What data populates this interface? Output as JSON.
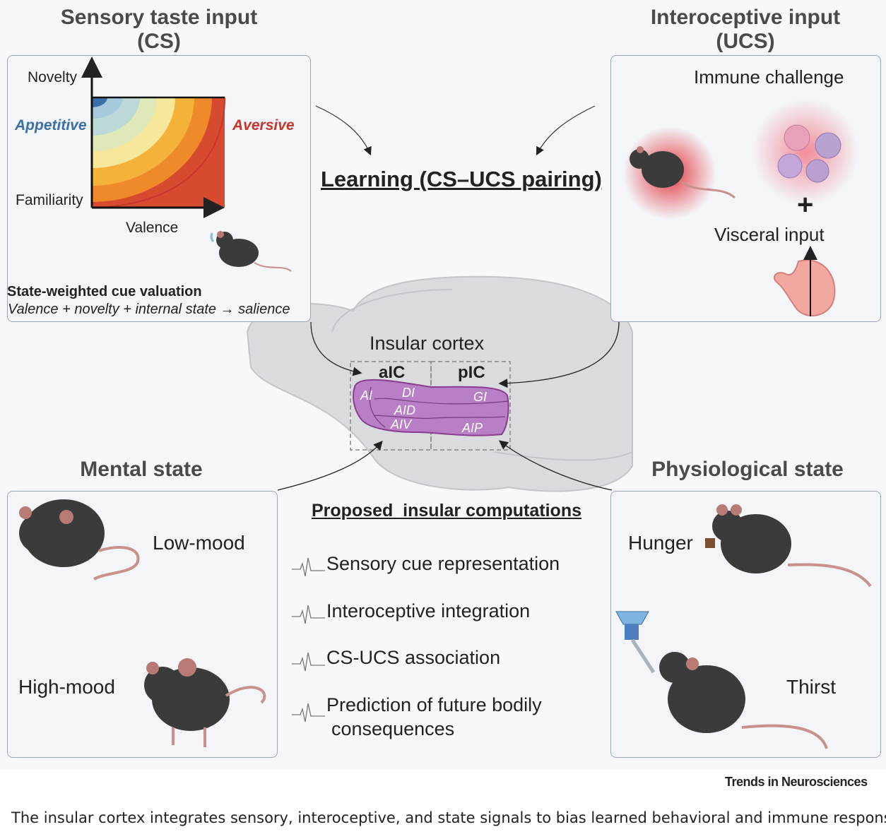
{
  "sensory": {
    "title_line1": "Sensory taste input",
    "title_line2": "(CS)",
    "novelty": "Novelty",
    "appetitive": "Appetitive",
    "aversive": "Aversive",
    "familiarity": "Familiarity",
    "valence": "Valence",
    "caption_bold": "State-weighted cue valuation",
    "caption_italic": "Valence + novelty + internal state → salience"
  },
  "intero": {
    "title_line1": "Interoceptive input",
    "title_line2": "(UCS)",
    "immune": "Immune challenge",
    "plus": "+",
    "visceral": "Visceral input"
  },
  "learning": "Learning (CS–UCS pairing)",
  "insula": {
    "title": "Insular cortex",
    "aic": "aIC",
    "pic": "pIC",
    "ai": "AI",
    "di": "DI",
    "aid": "AID",
    "aiv": "AIV",
    "gi": "GI",
    "aip": "AIP"
  },
  "mental": {
    "title": "Mental state",
    "low": "Low-mood",
    "high": "High-mood"
  },
  "physio": {
    "title": "Physiological state",
    "hunger": "Hunger",
    "thirst": "Thirst"
  },
  "computations": {
    "heading": "Proposed  insular computations",
    "items": [
      "Sensory cue representation",
      "Interoceptive integration",
      "CS-UCS association",
      "Prediction of future bodily",
      "consequences"
    ]
  },
  "journal": "Trends in Neurosciences",
  "caption": "The insular cortex integrates sensory, interoceptive, and state signals to bias learned behavioral and immune responses.",
  "colors": {
    "panel_border": "#9aa6b8",
    "appetitive_blue": "#3a6fa8",
    "aversive_red": "#c8352d",
    "insula_purple": "#b87fc6"
  }
}
